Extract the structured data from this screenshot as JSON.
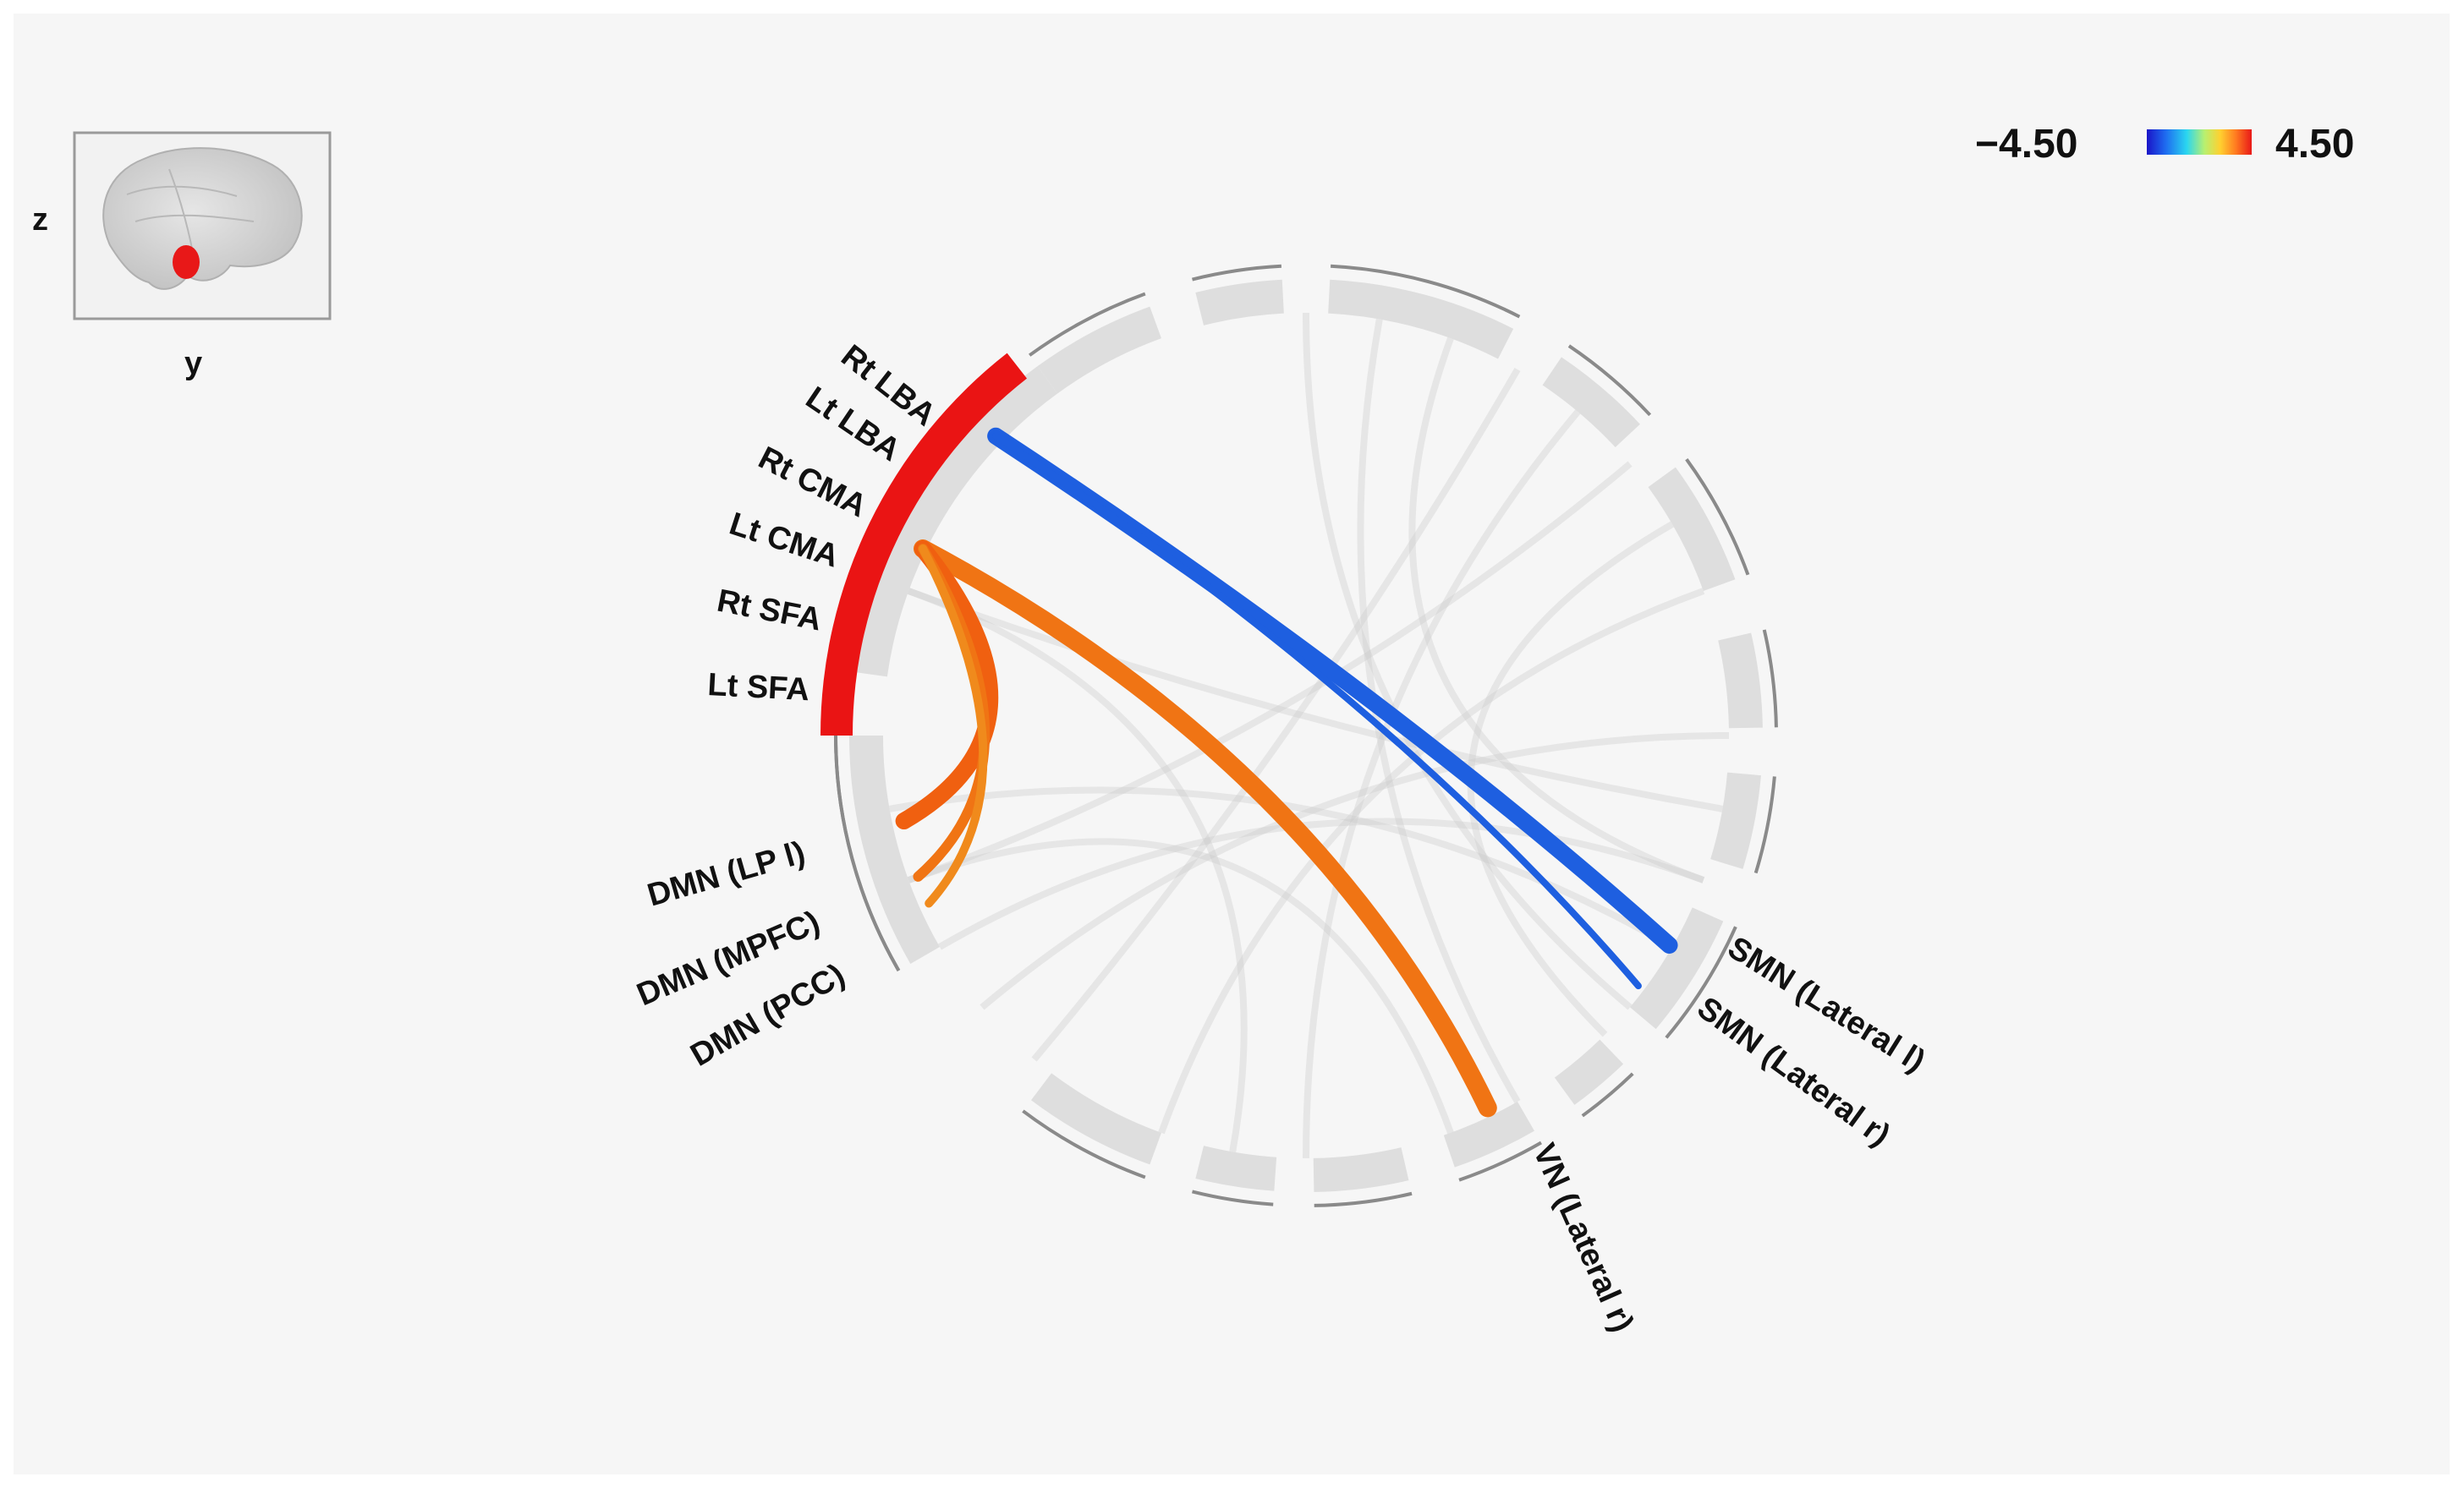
{
  "glass_brain": {
    "axis_vertical": "z",
    "axis_horizontal": "y"
  },
  "colorbar": {
    "min_label": "−4.50",
    "max_label": "4.50",
    "min": -4.5,
    "max": 4.5,
    "colormap": [
      "#1a14c8",
      "#1e6cf0",
      "#2ad6f0",
      "#b8f070",
      "#ffd030",
      "#ff7a20",
      "#e81818"
    ]
  },
  "nodes": {
    "seed": [
      "Rt LBA",
      "Lt  LBA",
      "Rt CMA",
      "Lt CMA",
      "Rt SFA",
      "Lt SFA"
    ],
    "dmn": [
      "DMN (LP l)",
      "DMN (MPFC)",
      "DMN (PCC)"
    ],
    "smn": [
      "SMN (Lateral l)",
      "SMN (Lateral r)"
    ],
    "vn": [
      "VN (Lateral r)"
    ]
  },
  "connections": [
    {
      "from": "Lt  LBA",
      "to": "SMN (Lateral l)",
      "sign": "negative",
      "color": "#1e5fe0"
    },
    {
      "from": "Lt  LBA",
      "to": "SMN (Lateral r)",
      "sign": "negative",
      "color": "#1e5fe0"
    },
    {
      "from": "Lt CMA",
      "to": "VN (Lateral r)",
      "sign": "positive",
      "color": "#f07414"
    },
    {
      "from": "Lt CMA",
      "to": "DMN (LP l)",
      "sign": "positive",
      "color": "#f06010"
    },
    {
      "from": "Lt CMA",
      "to": "DMN (MPFC)",
      "sign": "positive",
      "color": "#f07414"
    },
    {
      "from": "Lt CMA",
      "to": "DMN (PCC)",
      "sign": "positive",
      "color": "#f08a1c"
    }
  ],
  "seed_arc_color": "#ea1414",
  "segment_color": "#dedede",
  "outline_color": "#8a8a8a",
  "background_link_color": "#c8c8c8"
}
